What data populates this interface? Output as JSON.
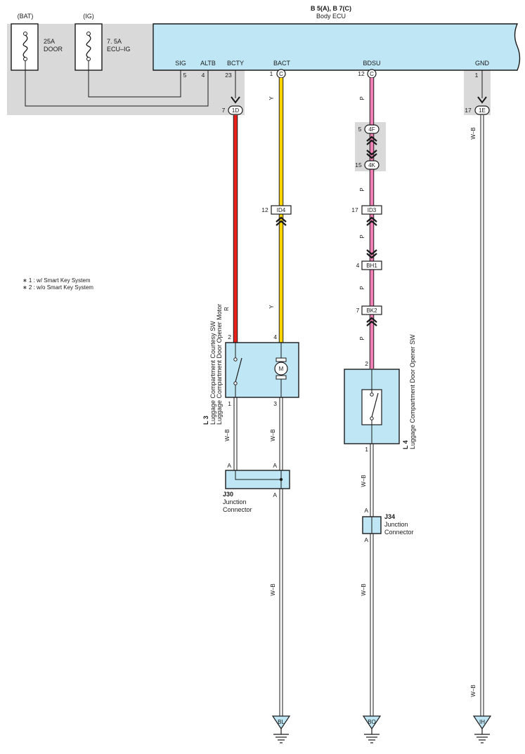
{
  "ecu": {
    "title": "B 5(A), B 7(C)",
    "subtitle": "Body ECU",
    "terms": {
      "sig": "SIG",
      "altb": "ALTB",
      "bcty": "BCTY",
      "bact": "BACT",
      "bdsu": "BDSU",
      "gnd": "GND"
    },
    "pins": {
      "sig": "5",
      "altb": "4",
      "bcty": "23",
      "bact": "1",
      "bdsu": "12",
      "gnd": "1"
    },
    "connector_c": "C"
  },
  "fuses": {
    "bat": {
      "source": "(BAT)",
      "rating": "25A",
      "name": "DOOR"
    },
    "ig": {
      "source": "(IG)",
      "rating": "7. 5A",
      "name": "ECU–IG"
    }
  },
  "notes": {
    "n1": "∗ 1 : w/ Smart Key System",
    "n2": "∗ 2 : w/o Smart Key System"
  },
  "connectors": {
    "c1d": {
      "pin": "7",
      "code": "1D"
    },
    "c1e": {
      "pin": "17",
      "code": "1E"
    },
    "c4f": {
      "pin": "5",
      "code": "4F"
    },
    "c4k": {
      "pin": "15",
      "code": "4K"
    },
    "id4": {
      "pin": "12",
      "code": "ID4"
    },
    "id3": {
      "pin": "17",
      "code": "ID3"
    },
    "bh1": {
      "pin": "4",
      "code": "BH1"
    },
    "bk2": {
      "pin": "7",
      "code": "BK2"
    }
  },
  "wire_colors": {
    "r": "R",
    "y": "Y",
    "p": "P",
    "wb": "W–B",
    "red": "#e8211d",
    "yellow": "#ffd400",
    "pink": "#ef7fb5",
    "component_fill": "#bfe6f5",
    "shade": "#d9d9d9"
  },
  "components": {
    "l3": {
      "code": "L 3",
      "name1": "Luggage Compartment Courtesy SW",
      "name2": "Luggage Compartment Door Opener Motor",
      "pin2": "2",
      "pin4": "4",
      "pin1": "1",
      "pin3": "3",
      "motor": "M"
    },
    "l4": {
      "code": "L 4",
      "name": "Luggage Compartment Door Opener SW",
      "pin2": "2",
      "pin1": "1"
    },
    "j30": {
      "code": "J30",
      "line1": "Junction",
      "line2": "Connector",
      "pin_a": "A"
    },
    "j34": {
      "code": "J34",
      "line1": "Junction",
      "line2": "Connector",
      "pin_a": "A"
    }
  },
  "grounds": {
    "bl": "BL",
    "bo": "BO",
    "ih": "IH"
  }
}
